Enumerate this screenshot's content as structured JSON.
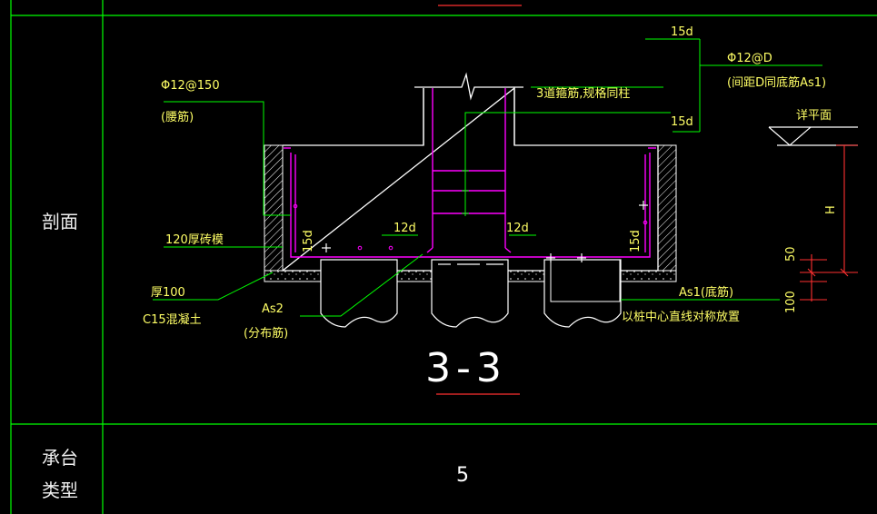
{
  "table": {
    "row_label_section": "剖面",
    "row_label_type_line1": "承台",
    "row_label_type_line2": "类型",
    "type_value": "5"
  },
  "drawing": {
    "section_title": "3-3",
    "annotations": {
      "phi12_at_150": "Φ12@150",
      "waist_rebar": "(腰筋)",
      "brick_mold": "120厚砖模",
      "thickness_100": "厚100",
      "c15_concrete": "C15混凝土",
      "as2": "As2",
      "distribution_rebar": "(分布筋)",
      "stirrups_note": "3道箍筋,规格同柱",
      "twelve_d_left": "12d",
      "twelve_d_right": "12d",
      "fifteen_d_top": "15d",
      "fifteen_d_mid": "15d",
      "fifteen_d_left_vertical": "15d",
      "fifteen_d_right_vertical": "15d",
      "phi12_at_d": "Φ12@D",
      "spacing_note": "(间距D同底筋As1)",
      "as1_bottom": "As1(底筋)",
      "pile_center_note": "以桩中心直线对称放置",
      "level_ref": "详平面",
      "dim_h": "H",
      "dim_50": "50",
      "dim_100": "100"
    }
  },
  "colors": {
    "grid_line": "#00ff00",
    "concrete_outline": "#ffffff",
    "rebar": "#ff00ff",
    "leader": "#00ff00",
    "text_yellow": "#ffff66",
    "dimension": "#ff3030",
    "title_underline": "#ff3030"
  }
}
